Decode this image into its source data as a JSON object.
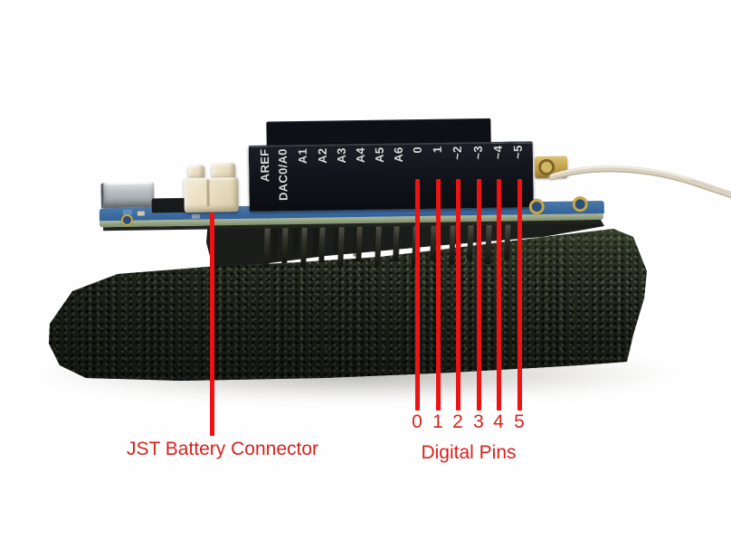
{
  "board": {
    "header_pin_labels": [
      "AREF",
      "DAC0/A0",
      "A1",
      "A2",
      "A3",
      "A4",
      "A5",
      "A6",
      "0",
      "1",
      "~2",
      "~3",
      "~4",
      "~5"
    ],
    "through_hole_pin_count": 14
  },
  "annotations": {
    "line_color": "#ee1212",
    "text_color": "#d8231d",
    "jst_label": "JST Battery Connector",
    "digital_pins_label": "Digital Pins",
    "digital_pin_numbers": [
      "0",
      "1",
      "2",
      "3",
      "4",
      "5"
    ]
  },
  "colors": {
    "background": "#fefefe",
    "pcb_blue": "#3a6ba1",
    "pcb_edge_green": "#9aa887",
    "header_black": "#12151a",
    "pin_label_text": "#d9dbd8",
    "jst_connector_cream": "#ece3c9",
    "usb_silver": "#b8bec1",
    "ufl_gold": "#c3a149",
    "antenna_cable": "#dbd2c2",
    "foam_dark": "#232920"
  }
}
